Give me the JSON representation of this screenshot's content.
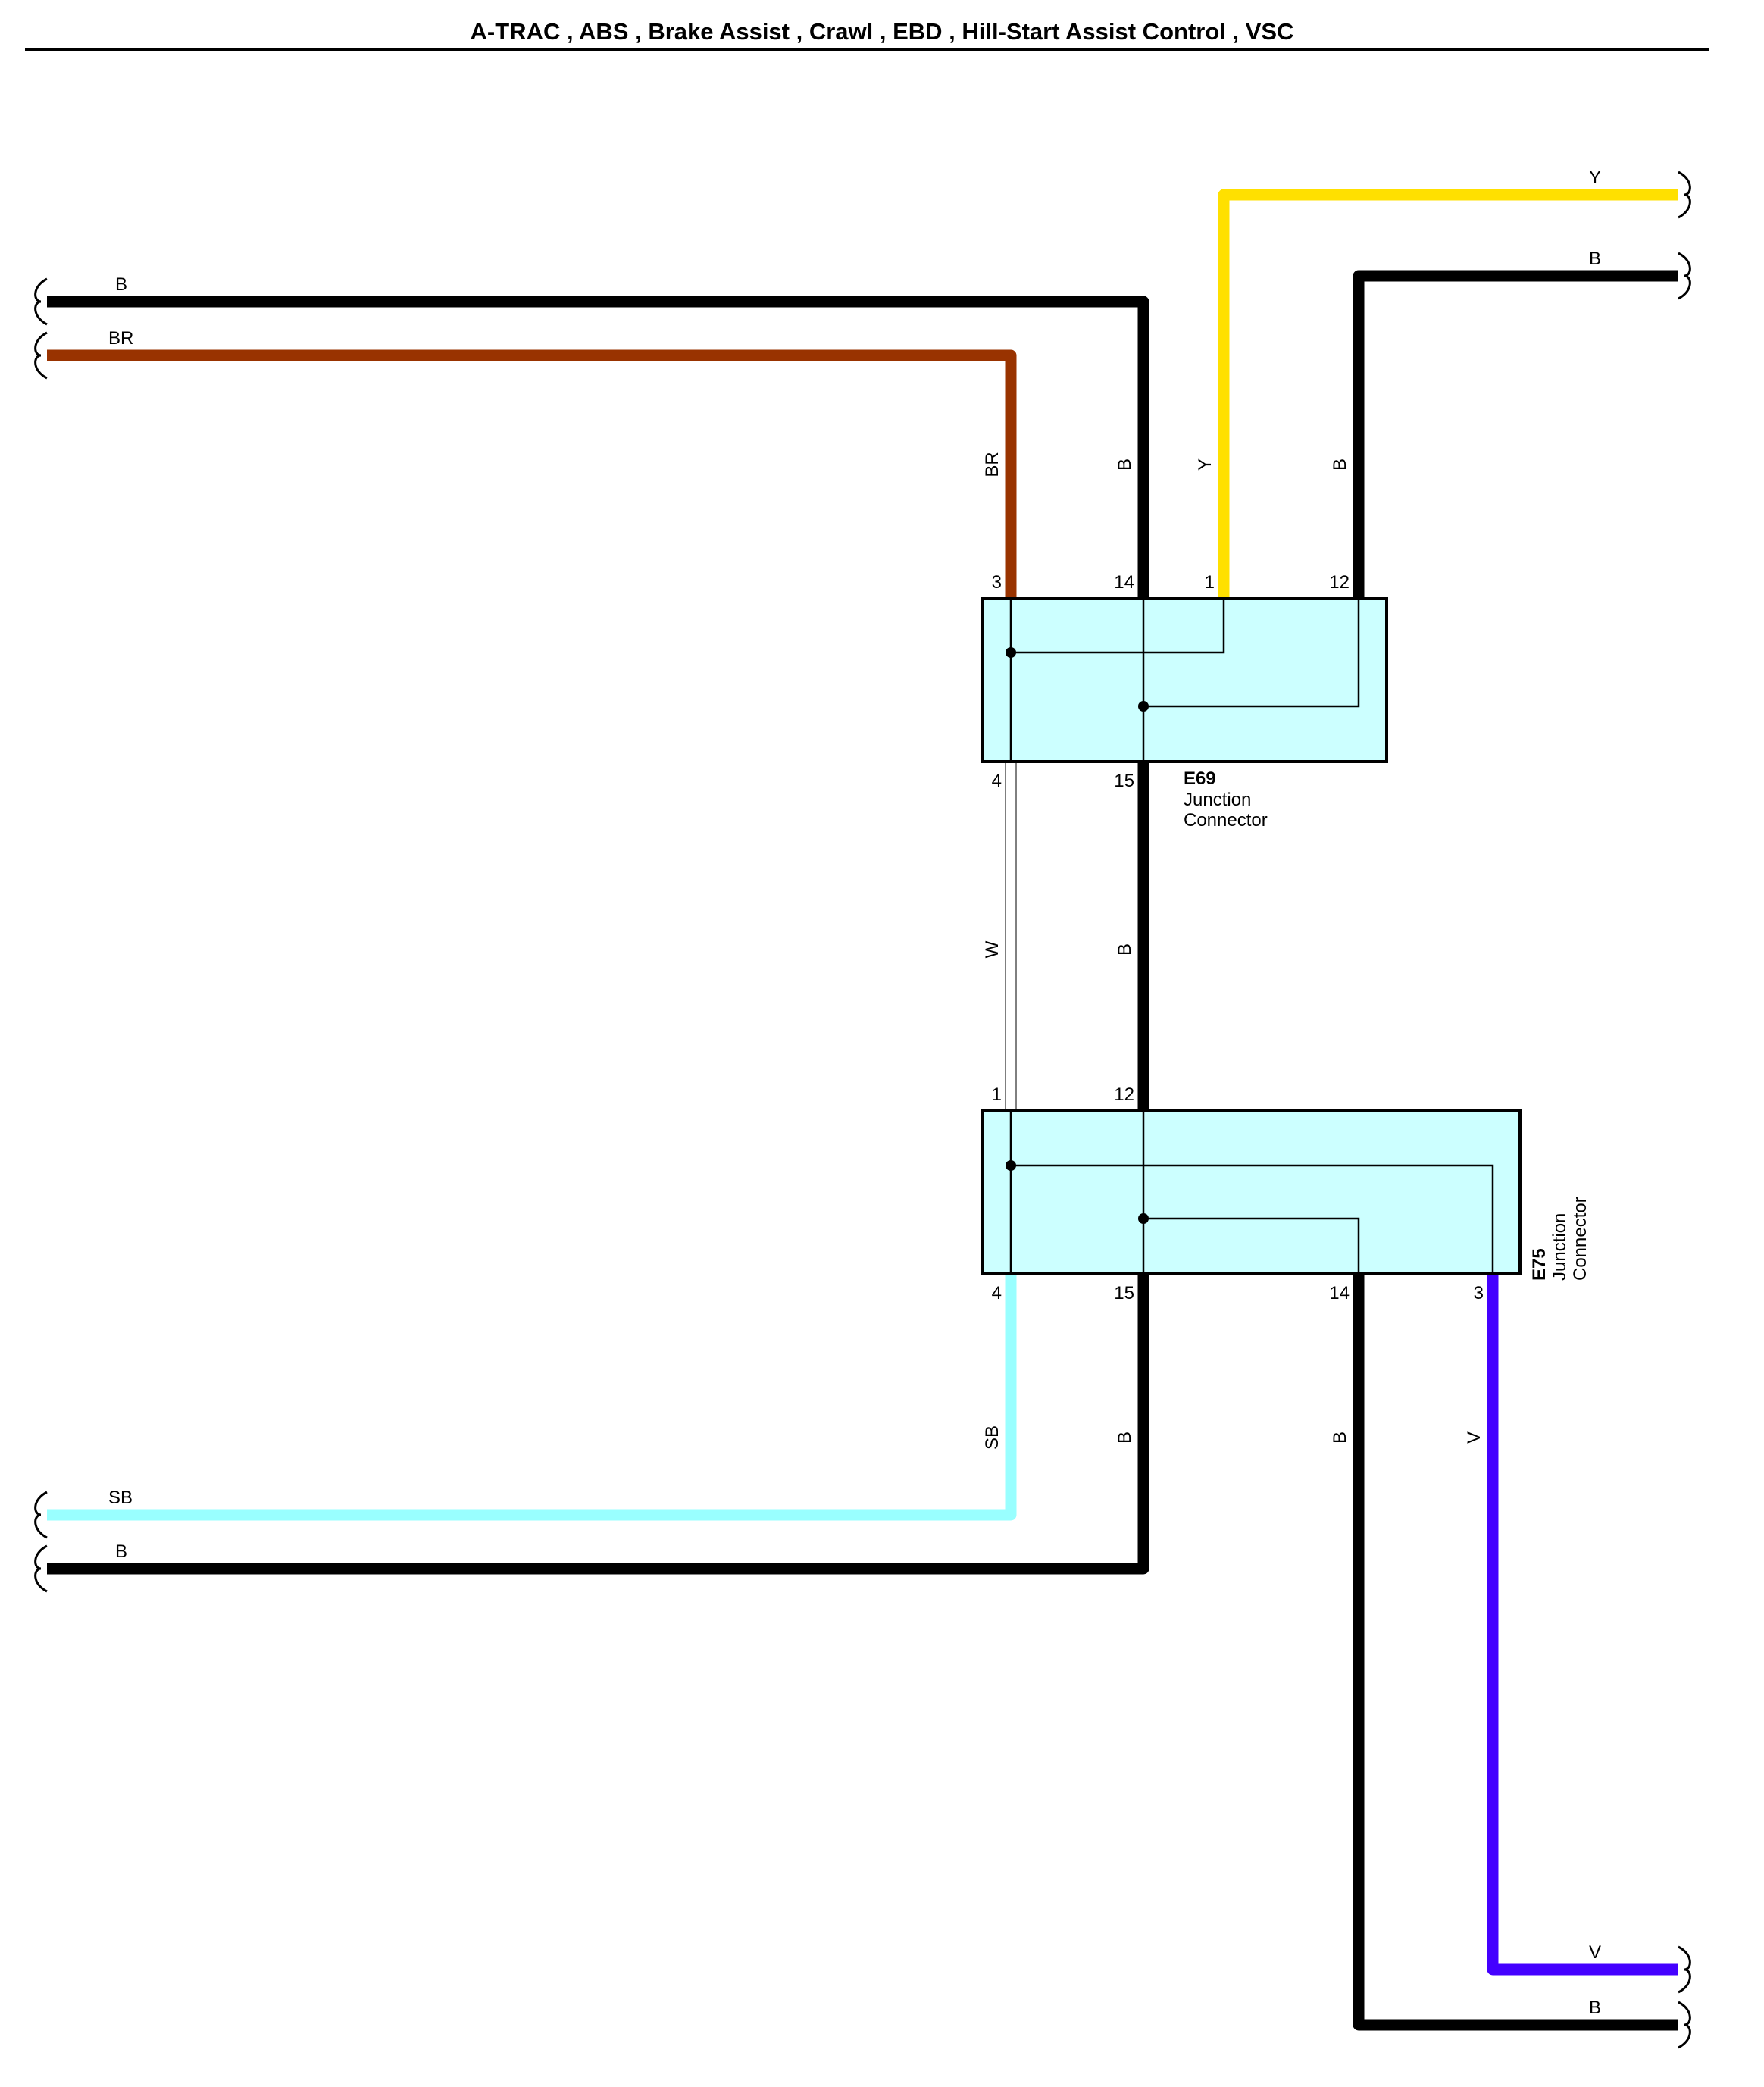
{
  "title": "A-TRAC , ABS , Brake Assist , Crawl , EBD , Hill-Start Assist Control , VSC",
  "colors": {
    "B": "#000000",
    "BR": "#993300",
    "Y": "#ffe000",
    "W": "#ffffff",
    "SB": "#99ffff",
    "V": "#4400ff",
    "connector_fill": "#ccffff"
  },
  "connectors": {
    "E69": {
      "name": "E69",
      "desc_line1": "Junction",
      "desc_line2": "Connector",
      "pins_top": [
        "3",
        "14",
        "1",
        "12"
      ],
      "pins_bottom": [
        "4",
        "15"
      ]
    },
    "E75": {
      "name": "E75",
      "desc_line1": "Junction",
      "desc_line2": "Connector",
      "pins_top": [
        "1",
        "12"
      ],
      "pins_bottom": [
        "4",
        "15",
        "14",
        "3"
      ]
    }
  },
  "wire_labels": {
    "left_top_b": "B",
    "left_top_br": "BR",
    "right_top_y": "Y",
    "right_top_b": "B",
    "vert_br": "BR",
    "vert_b_14": "B",
    "vert_y": "Y",
    "vert_b_12": "B",
    "vert_w": "W",
    "vert_b_mid": "B",
    "vert_sb": "SB",
    "vert_b_15": "B",
    "vert_b_14_low": "B",
    "vert_v": "V",
    "left_bot_sb": "SB",
    "left_bot_b": "B",
    "right_bot_v": "V",
    "right_bot_b": "B"
  }
}
